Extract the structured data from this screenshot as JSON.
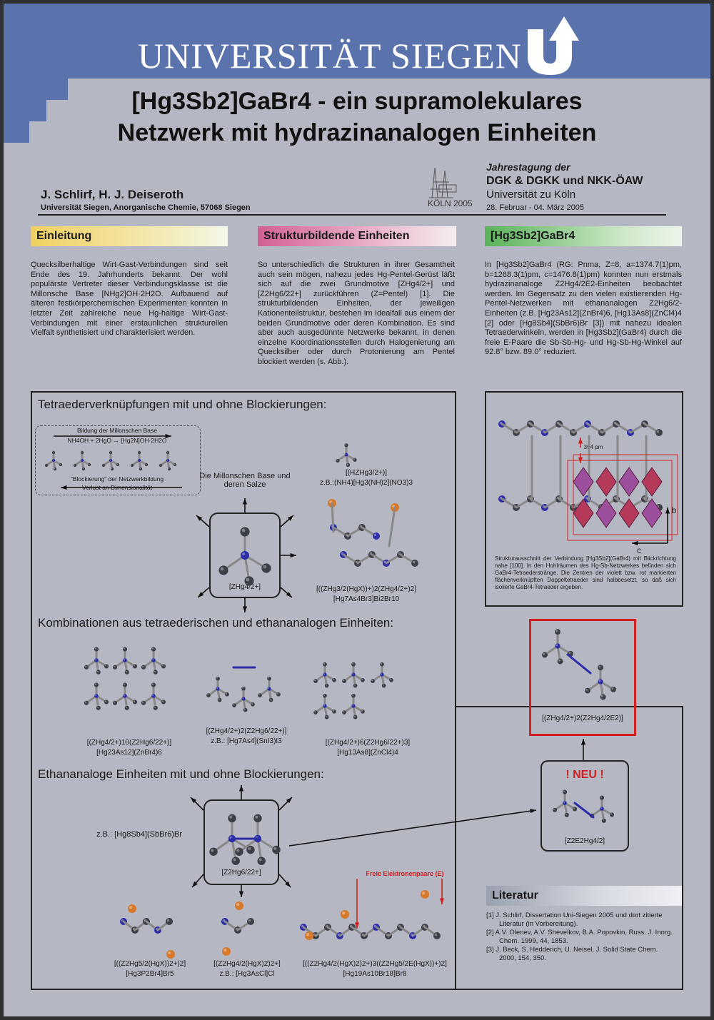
{
  "header": {
    "university": "UNIVERSITÄT SIEGEN"
  },
  "title": {
    "line1": "[Hg3Sb2]GaBr4 - ein supramolekulares",
    "line2": "Netzwerk mit hydrazinanalogen Einheiten"
  },
  "authors": {
    "names": "J. Schlirf, H. J. Deiseroth",
    "affiliation": "Universität Siegen, Anorganische Chemie, 57068 Siegen"
  },
  "conference": {
    "line1": "Jahrestagung der",
    "line2": "DGK & DGKK und NKK-ÖAW",
    "line3": "Universität zu Köln",
    "line4": "28. Februar - 04. März 2005",
    "logo_text": "KÖLN 2005"
  },
  "sections": {
    "einleitung": {
      "heading": "Einleitung",
      "text": "Quecksilberhaltige Wirt-Gast-Verbindungen sind seit Ende des 19. Jahrhunderts bekannt. Der wohl populärste Vertreter dieser Verbindungsklasse ist die Millonsche Base [NHg2]OH·2H2O. Aufbauend auf älteren festkörperchemischen Experimenten konnten in letzter Zeit zahlreiche neue Hg-haltige Wirt-Gast-Verbindungen mit einer erstaunlichen strukturellen Vielfalt synthetisiert und charakterisiert werden."
    },
    "struktur": {
      "heading": "Strukturbildende Einheiten",
      "text": "So unterschiedlich die Strukturen in ihrer Gesamtheit auch sein mögen, nahezu jedes Hg-Pentel-Gerüst läßt sich auf die zwei Grundmotive [ZHg4/2+] und [Z2Hg6/22+] zurückführen (Z=Pentel) [1]. Die strukturbildenden Einheiten, der jeweiligen Kationenteilstruktur, bestehen im Idealfall aus einem der beiden Grundmotive oder deren Kombination. Es sind aber auch ausgedünnte Netzwerke bekannt, in denen einzelne Koordinationsstellen durch Halogenierung am Quecksilber oder durch Protonierung am Pentel blockiert werden (s. Abb.)."
    },
    "verbindung": {
      "heading": "[Hg3Sb2]GaBr4",
      "text": "In [Hg3Sb2]GaBr4 (RG: Pnma, Z=8, a=1374.7(1)pm, b=1268.3(1)pm, c=1476.8(1)pm) konnten nun erstmals hydrazinanaloge Z2Hg4/2E2-Einheiten beobachtet werden. Im Gegensatz zu den vielen existierenden Hg-Pentel-Netzwerken mit ethananalogen Z2Hg6/2-Einheiten (z.B. [Hg23As12](ZnBr4)6, [Hg13As8](ZnCl4)4 [2] oder [Hg8Sb4](SbBr6)Br [3]) mit nahezu idealen Tetraederwinkeln, werden in [Hg3Sb2](GaBr4) durch die freie E-Paare die Sb-Sb-Hg- und Hg-Sb-Hg-Winkel auf 92.8° bzw. 89.0° reduziert."
    }
  },
  "diagram": {
    "h_tetra": "Tetraederverknüpfungen mit und ohne Blockierungen:",
    "h_komb": "Kombinationen aus tetraederischen und ethananalogen Einheiten:",
    "h_ethan": "Ethananaloge Einheiten mit und ohne Blockierungen:",
    "millon_top": "Bildung der Millonschen Base",
    "millon_eq": "NH4OH + 2HgO → [Hg2N]OH·2H2O",
    "millon_block": "\"Blockierung\" der Netzwerkbildung",
    "millon_loss": "Verlust an Dimensionalität",
    "millon_label": "Die Millonschen Base und deren Salze",
    "l_hzhg": "[(HZHg3/2+)]",
    "l_hzhg_eg": "z.B.:(NH4)[Hg3(NH)2](NO3)3",
    "l_zhg42": "[ZHg4/2+]",
    "l_zhg32": "[((ZHg3/2(HgX))+)2(ZHg4/2+)2]",
    "l_zhg32_eg": "[Hg7As4Br3]Bi2Br10",
    "l_k1": "[(ZHg4/2+)10(Z2Hg6/22+)]",
    "l_k1_eg": "[Hg23As12](ZnBr4)6",
    "l_k2": "[(ZHg4/2+)2(Z2Hg6/22+)]",
    "l_k2_eg": "z.B.: [Hg7As4](SnI3)I3",
    "l_k3": "[(ZHg4/2+)6(Z2Hg6/22+)3]",
    "l_k3_eg": "[Hg13As8](ZnCl4)4",
    "l_z2hg62": "[Z2Hg6/22+]",
    "l_ethan_eg": "z.B.: [Hg8Sb4](SbBr6)Br",
    "l_b1": "[((Z2Hg5/2(HgX))2+)2]",
    "l_b1_eg": "[Hg3P2Br4]Br5",
    "l_b2": "[(Z2Hg4/2(HgX)2)2+]",
    "l_b2_eg": "z.B.: [Hg3AsCl]Cl",
    "l_b3": "[((Z2Hg4/2(HgX)2)2+)3((Z2Hg5/2E(HgX))+)2]",
    "l_b3_eg": "[Hg19As10Br18]Br8",
    "freie_ep": "Freie Elektronenpaare (E)",
    "l_new": "[(ZHg4/2+)2(Z2Hg4/2E2)]",
    "neu": "! NEU !",
    "l_z2e2": "[Z2E2Hg4/2]",
    "pm394": "394 pm",
    "axis_b": "b",
    "axis_c": "c"
  },
  "caption": "Strukturausschnitt der Verbindung [Hg3Sb2](GaBr4) mit Blickrichtung nahe [100]. In den Hohlräumen des Hg-Sb-Netzwerkes befinden sich GaBr4-Tetraederstränge. Die Zentren der violett bzw. rot markierten flächenverknüpften Doppeltetraeder sind halbbesetzt, so daß sich isolierte GaBr4-Tetraeder ergeben.",
  "literatur": {
    "heading": "Literatur",
    "items": [
      "[1] J. Schlirf, Dissertation Uni-Siegen 2005 und dort zitierte Literatur (in Vorbereitung).",
      "[2] A.V. Olenev, A.V. Shevelkov, B.A. Popovkin, Russ. J. Inorg. Chem. 1999, 44, 1853.",
      "[3] J. Beck, S. Hedderich, U. Neisel, J. Solid State Chem. 2000, 154, 350."
    ]
  },
  "colors": {
    "banner": "#5b73ad",
    "background": "#b5b8c3",
    "pentel": "#2c2ca8",
    "mercury": "#3c4046",
    "halogen": "#d8782a",
    "accent_red": "#d21f1f"
  }
}
